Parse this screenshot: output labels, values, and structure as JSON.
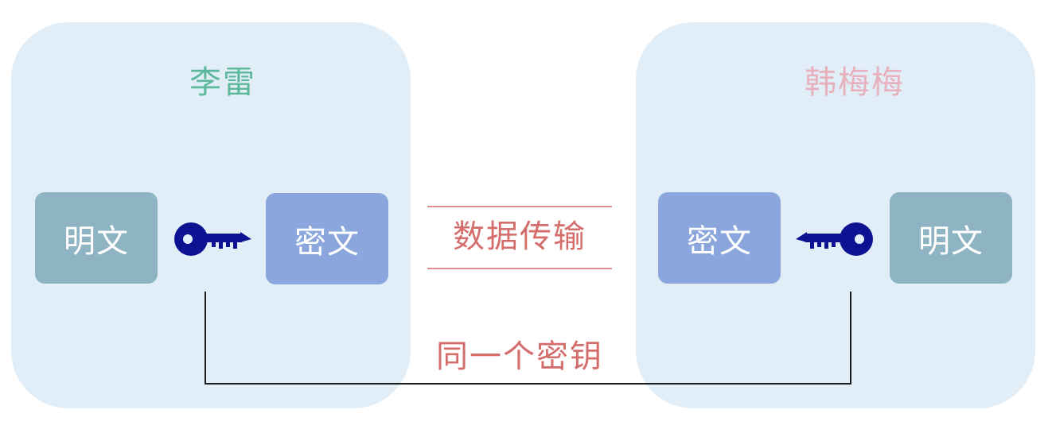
{
  "left_party": {
    "name": "李雷",
    "plaintext_label": "明文",
    "ciphertext_label": "密文"
  },
  "right_party": {
    "name": "韩梅梅",
    "plaintext_label": "明文",
    "ciphertext_label": "密文"
  },
  "transfer_label": "数据传输",
  "shared_key_label": "同一个密钥",
  "colors": {
    "left_name": "#5cb89a",
    "right_name": "#e8b0bc",
    "panel_bg": "#d5e8f5",
    "plaintext_box": "#8eb4c4",
    "ciphertext_box": "#8aa6dc",
    "key": "#0c1292",
    "label_red": "#d46d6b"
  },
  "icons": [
    "key-icon"
  ]
}
